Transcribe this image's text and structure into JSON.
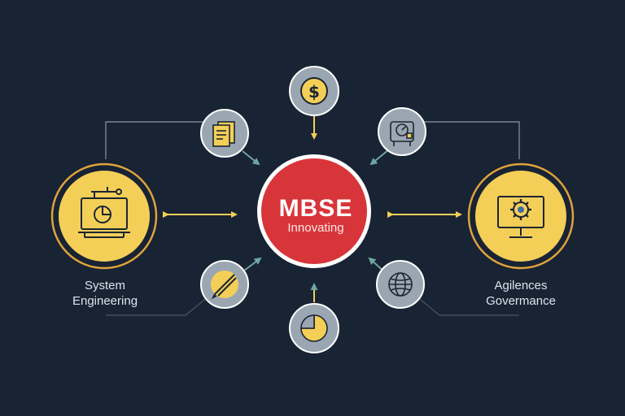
{
  "center": {
    "title": "MBSE",
    "subtitle": "Innovating"
  },
  "left_node": {
    "line1": "System",
    "line2": "Engineering",
    "icon": "computer-chart-icon"
  },
  "right_node": {
    "line1": "Agilences",
    "line2": "Govermance",
    "icon": "monitor-gear-icon"
  },
  "satellites": [
    {
      "icon": "dollar-icon"
    },
    {
      "icon": "documents-icon"
    },
    {
      "icon": "gauge-machine-icon"
    },
    {
      "icon": "pen-tool-icon"
    },
    {
      "icon": "globe-icon"
    },
    {
      "icon": "pie-chart-icon"
    }
  ],
  "colors": {
    "background": "#182334",
    "accent_yellow": "#f4cf57",
    "center_red": "#d8353a",
    "ring_orange": "#e0a33a",
    "satellite_gray": "#9aa7b3",
    "teal_arrow": "#6fa6a0"
  }
}
